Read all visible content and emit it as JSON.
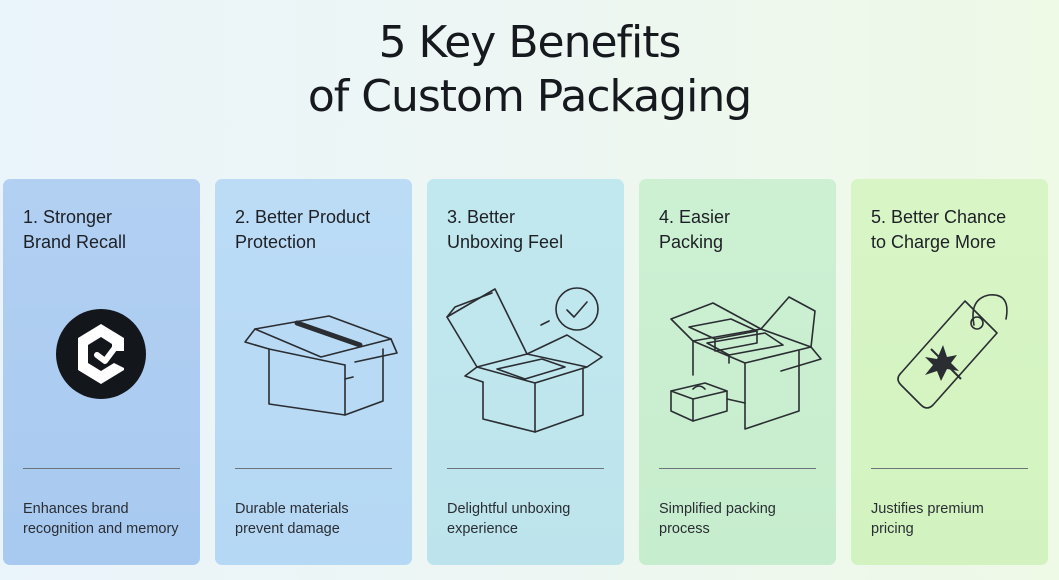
{
  "title": {
    "line1": "5 Key Benefits",
    "line2": "of Custom Packaging"
  },
  "cards": [
    {
      "heading_line1": "1. Stronger",
      "heading_line2": "Brand Recall",
      "icon": "brand-logo-icon",
      "desc_line1": "Enhances brand",
      "desc_line2": "recognition and memory",
      "color_top": "#b2d0f2",
      "color_bottom": "#a8c9f0"
    },
    {
      "heading_line1": "2. Better Product",
      "heading_line2": "Protection",
      "icon": "closed-box-icon",
      "desc_line1": "Durable materials",
      "desc_line2": "prevent damage",
      "color_top": "#bcdcf6",
      "color_bottom": "#b5d8f4"
    },
    {
      "heading_line1": "3. Better",
      "heading_line2": "Unboxing Feel",
      "icon": "open-box-checkmark-icon",
      "desc_line1": "Delightful unboxing",
      "desc_line2": "experience",
      "color_top": "#c2e8ef",
      "color_bottom": "#bde4ec"
    },
    {
      "heading_line1": "4. Easier",
      "heading_line2": "Packing",
      "icon": "packed-boxes-icon",
      "desc_line1": "Simplified packing",
      "desc_line2": "process",
      "color_top": "#cdf0d3",
      "color_bottom": "#c6edcd"
    },
    {
      "heading_line1": "5. Better Chance",
      "heading_line2": "to Charge More",
      "icon": "price-tag-icon",
      "desc_line1": "Justifies premium",
      "desc_line2": "pricing",
      "color_top": "#d8f5c6",
      "color_bottom": "#d2f3bf"
    }
  ]
}
